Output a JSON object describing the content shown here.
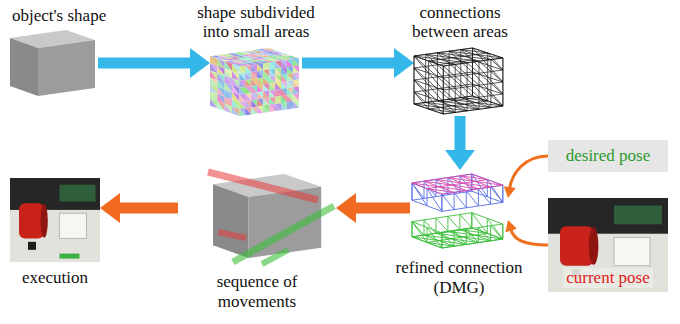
{
  "diagram": {
    "nodes": [
      {
        "text": [
          "object's shape"
        ]
      },
      {
        "text": [
          "shape subdivided into small areas"
        ]
      },
      {
        "text": [
          "connections between areas"
        ]
      },
      {
        "text": [
          "refined connection (DMG)"
        ]
      },
      {
        "text": [
          "desired pose"
        ]
      },
      {
        "text": [
          "current pose"
        ]
      },
      {
        "text": [
          "sequence of movements"
        ]
      },
      {
        "text": [
          "execution"
        ]
      }
    ],
    "edges": [
      {
        "from": 0,
        "to": 1,
        "arrow": "to"
      },
      {
        "from": 1,
        "to": 2,
        "arrow": "to"
      },
      {
        "from": 2,
        "to": 3,
        "arrow": "to"
      },
      {
        "from": 4,
        "to": 3,
        "arrow": "to"
      },
      {
        "from": 5,
        "to": 3,
        "arrow": "to"
      },
      {
        "from": 3,
        "to": 6,
        "arrow": "to"
      },
      {
        "from": 6,
        "to": 7,
        "arrow": "to"
      }
    ]
  }
}
